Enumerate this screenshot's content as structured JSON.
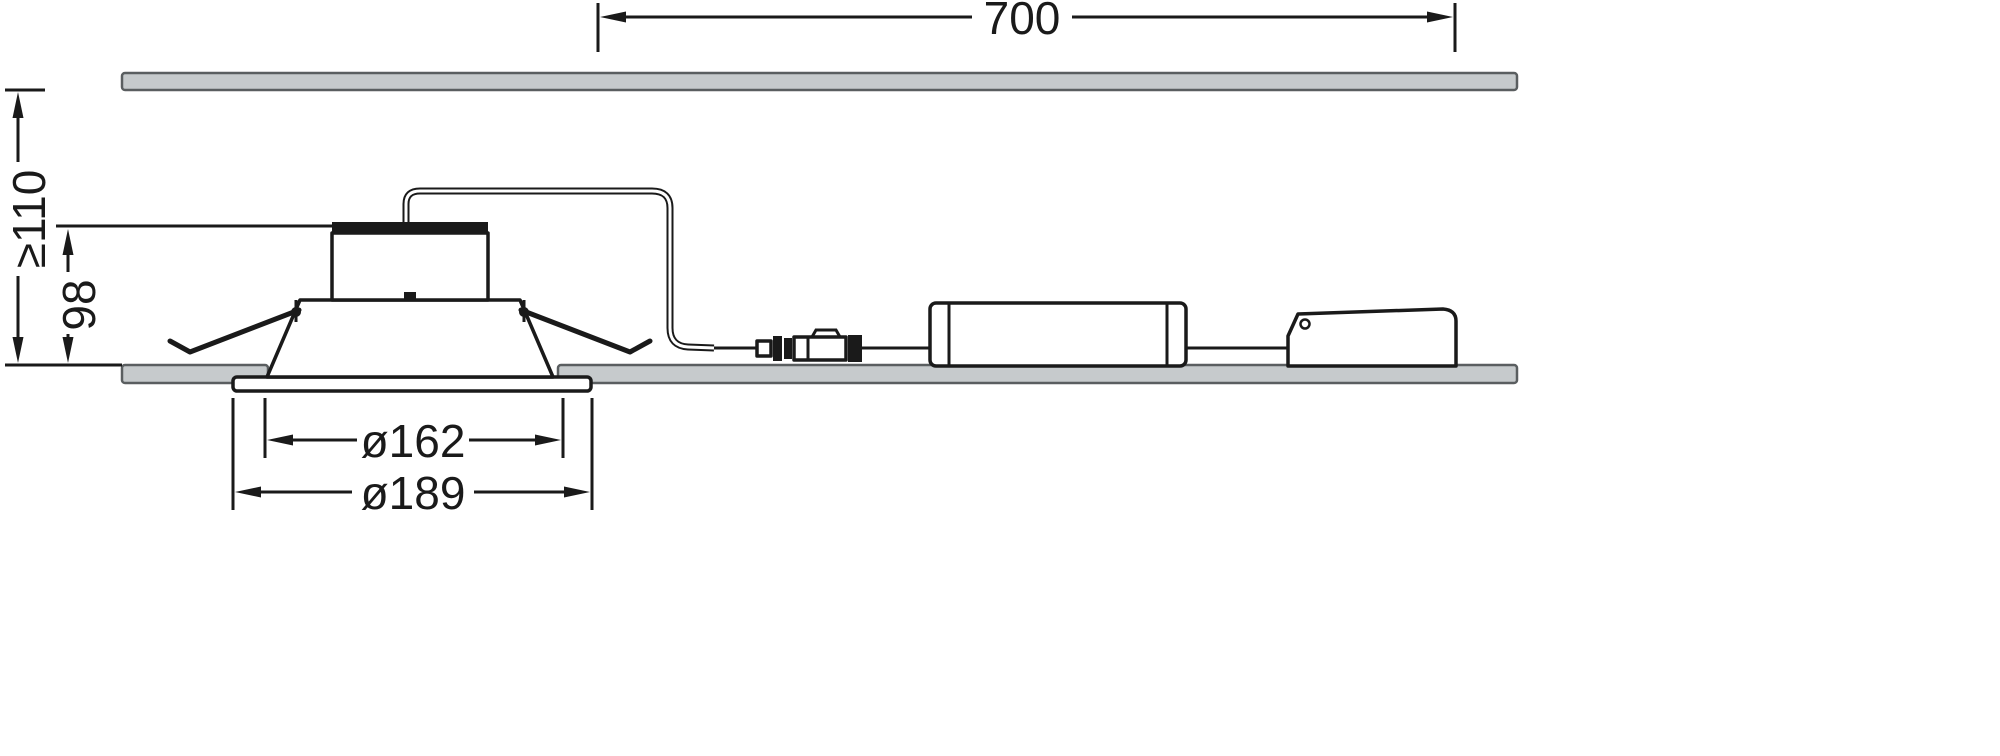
{
  "drawing": {
    "type": "technical-dimension-drawing",
    "subject": "recessed-downlight-with-driver-installation",
    "labels": {
      "width_700": "700",
      "depth_min": "≥110",
      "height_98": "98",
      "cutout_diameter": "ø162",
      "overall_diameter": "ø189"
    },
    "colors": {
      "line": "#1a1a1a",
      "panel_fill": "#c6cacc",
      "panel_stroke": "#5a5e60",
      "background": "#ffffff"
    }
  }
}
